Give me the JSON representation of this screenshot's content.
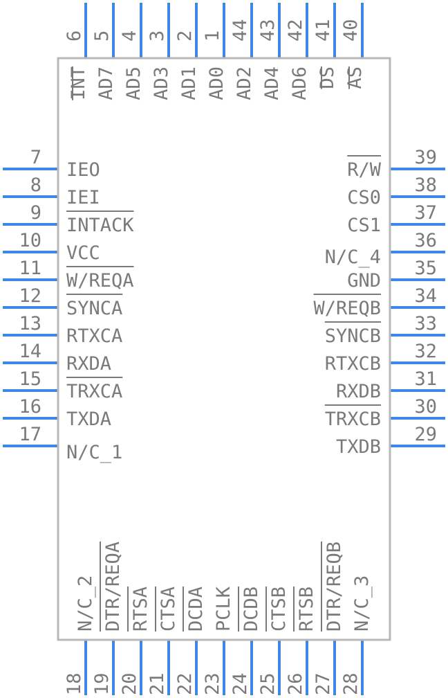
{
  "pins": {
    "top": [
      {
        "num": "6",
        "name": "INT",
        "bar": true
      },
      {
        "num": "5",
        "name": "AD7"
      },
      {
        "num": "4",
        "name": "AD5"
      },
      {
        "num": "3",
        "name": "AD3"
      },
      {
        "num": "2",
        "name": "AD1"
      },
      {
        "num": "1",
        "name": "AD0"
      },
      {
        "num": "44",
        "name": "AD2"
      },
      {
        "num": "43",
        "name": "AD4"
      },
      {
        "num": "42",
        "name": "AD6"
      },
      {
        "num": "41",
        "name": "DS",
        "bar": true
      },
      {
        "num": "40",
        "name": "AS",
        "bar": true
      }
    ],
    "left": [
      {
        "num": "7",
        "name": "IEO"
      },
      {
        "num": "8",
        "name": "IEI"
      },
      {
        "num": "9",
        "name": "INTACK",
        "bar": true
      },
      {
        "num": "10",
        "name": "VCC"
      },
      {
        "num": "11",
        "name": "W/REQA",
        "bar": true
      },
      {
        "num": "12",
        "name": "SYNCA",
        "bar": true
      },
      {
        "num": "13",
        "name": "RTXCA"
      },
      {
        "num": "14",
        "name": "RXDA"
      },
      {
        "num": "15",
        "name": "TRXCA",
        "bar": true
      },
      {
        "num": "16",
        "name": "TXDA"
      },
      {
        "num": "17",
        "name": "N/C_1"
      }
    ],
    "right": [
      {
        "num": "39",
        "name": "R/W",
        "bar": true
      },
      {
        "num": "38",
        "name": "CS0"
      },
      {
        "num": "37",
        "name": "CS1"
      },
      {
        "num": "36",
        "name": "N/C_4"
      },
      {
        "num": "35",
        "name": "GND"
      },
      {
        "num": "34",
        "name": "W/REQB",
        "bar": true
      },
      {
        "num": "33",
        "name": "SYNCB",
        "bar": true
      },
      {
        "num": "32",
        "name": "RTXCB"
      },
      {
        "num": "31",
        "name": "RXDB"
      },
      {
        "num": "30",
        "name": "TRXCB",
        "bar": true
      },
      {
        "num": "29",
        "name": "TXDB"
      }
    ],
    "bottom": [
      {
        "num": "18",
        "name": "N/C_2"
      },
      {
        "num": "19",
        "name": "DTR/REQA",
        "bar": true
      },
      {
        "num": "20",
        "name": "RTSA",
        "bar": true
      },
      {
        "num": "21",
        "name": "CTSA",
        "bar": true
      },
      {
        "num": "22",
        "name": "DCDA",
        "bar": true
      },
      {
        "num": "23",
        "name": "PCLK"
      },
      {
        "num": "24",
        "name": "DCDB",
        "bar": true
      },
      {
        "num": "25",
        "name": "CTSB",
        "bar": true
      },
      {
        "num": "26",
        "name": "RTSB",
        "bar": true
      },
      {
        "num": "27",
        "name": "DTR/REQB",
        "bar": true
      },
      {
        "num": "28",
        "name": "N/C_3"
      }
    ]
  },
  "colors": {
    "pin": "#3d87e6",
    "body_outline": "#b8b8b8",
    "text": "#7a7a7a"
  }
}
